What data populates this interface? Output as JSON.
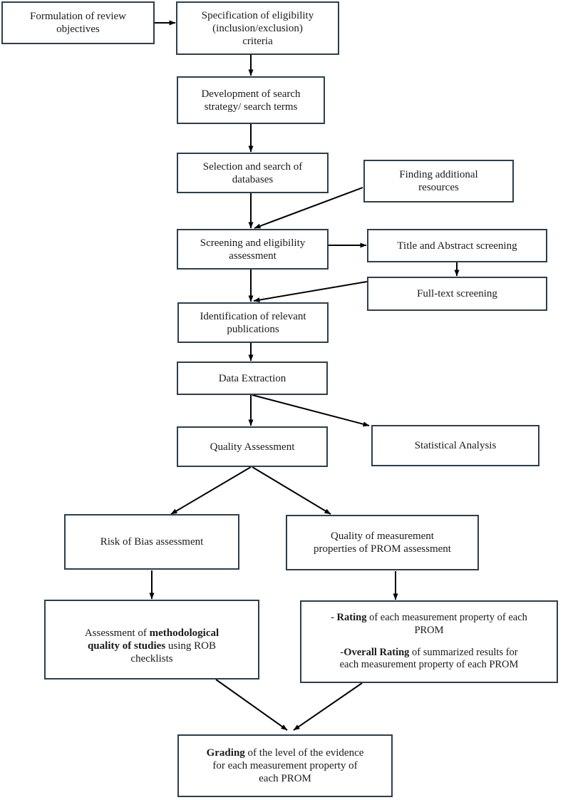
{
  "diagram": {
    "title": "Systematic review methodology flowchart",
    "border_color": "#2b3f4e",
    "text_color": "#1a1a1a",
    "background": "#ffffff"
  },
  "nodes": {
    "formulation": "Formulation of review\nobjectives",
    "specification": "Specification of eligibility\n(inclusion/exclusion)\ncriteria",
    "development": "Development of search\nstrategy/ search terms",
    "selection": "Selection and search of\ndatabases",
    "finding_additional": "Finding additional\nresources",
    "screening": "Screening and eligibility\nassessment",
    "title_abstract": "Title and Abstract screening",
    "full_text": "Full-text screening",
    "identification": "Identification of relevant\npublications",
    "data_extraction": "Data Extraction",
    "statistical_analysis": "Statistical Analysis",
    "quality_assessment": "Quality Assessment",
    "risk_of_bias": "Risk of Bias assessment",
    "quality_measurement": "Quality of measurement\nproperties of PROM assessment",
    "assessment_methodological": {
      "part1": "Assessment of ",
      "bold1": "methodological",
      "part2": "\n",
      "bold2": "quality of studies",
      "part3": " using ROB\nchecklists"
    },
    "rating_box": {
      "line1_prefix": "- ",
      "line1_bold": "Rating",
      "line1_rest": " of each measurement property of each\nPROM",
      "line2_prefix": "-",
      "line2_bold": "Overall Rating",
      "line2_rest": " of  summarized results for\neach measurement property of each PROM"
    },
    "grading": {
      "bold": "Grading",
      "rest": " of the level of the evidence\nfor each measurement property of\neach PROM"
    }
  },
  "connectors": [
    {
      "from": "formulation",
      "to": "specification",
      "kind": "horizontal-arrow"
    },
    {
      "from": "specification",
      "to": "development",
      "kind": "vertical-arrow"
    },
    {
      "from": "development",
      "to": "selection",
      "kind": "vertical-arrow"
    },
    {
      "from": "selection",
      "to": "screening",
      "kind": "vertical-arrow"
    },
    {
      "from": "finding_additional",
      "to": "screening",
      "kind": "diagonal-arrow"
    },
    {
      "from": "screening",
      "to": "title_abstract",
      "kind": "horizontal-arrow"
    },
    {
      "from": "title_abstract",
      "to": "full_text",
      "kind": "vertical-arrow"
    },
    {
      "from": "screening",
      "to": "identification",
      "kind": "vertical-arrow"
    },
    {
      "from": "full_text",
      "to": "identification",
      "kind": "diagonal-arrow"
    },
    {
      "from": "identification",
      "to": "data_extraction",
      "kind": "vertical-arrow"
    },
    {
      "from": "data_extraction",
      "to": "quality_assessment",
      "kind": "vertical-arrow"
    },
    {
      "from": "data_extraction",
      "to": "statistical_analysis",
      "kind": "diagonal-arrow"
    },
    {
      "from": "quality_assessment",
      "to": "risk_of_bias",
      "kind": "diagonal-arrow"
    },
    {
      "from": "quality_assessment",
      "to": "quality_measurement",
      "kind": "diagonal-arrow"
    },
    {
      "from": "risk_of_bias",
      "to": "assessment_methodological",
      "kind": "vertical-arrow"
    },
    {
      "from": "quality_measurement",
      "to": "rating_box",
      "kind": "vertical-arrow"
    },
    {
      "from": "assessment_methodological",
      "to": "grading",
      "kind": "diagonal-arrow"
    },
    {
      "from": "rating_box",
      "to": "grading",
      "kind": "diagonal-arrow"
    }
  ]
}
